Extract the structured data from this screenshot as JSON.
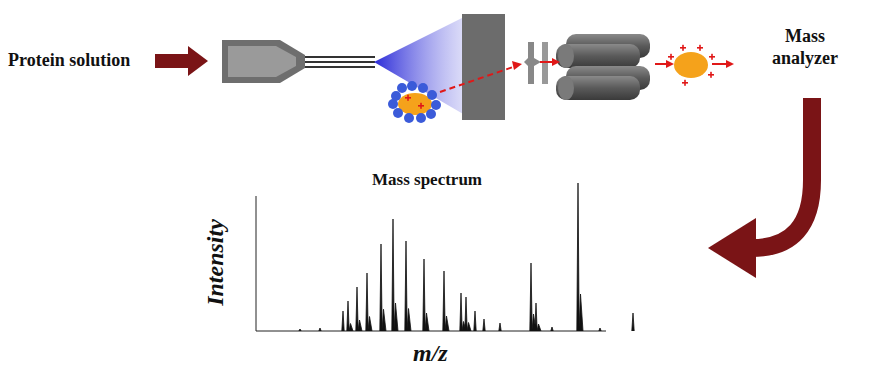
{
  "diagram": {
    "labels": [
      "Protein solution",
      "Mass analyzer",
      "Mass spectrum",
      "Intensity",
      "m/z"
    ]
  }
}
